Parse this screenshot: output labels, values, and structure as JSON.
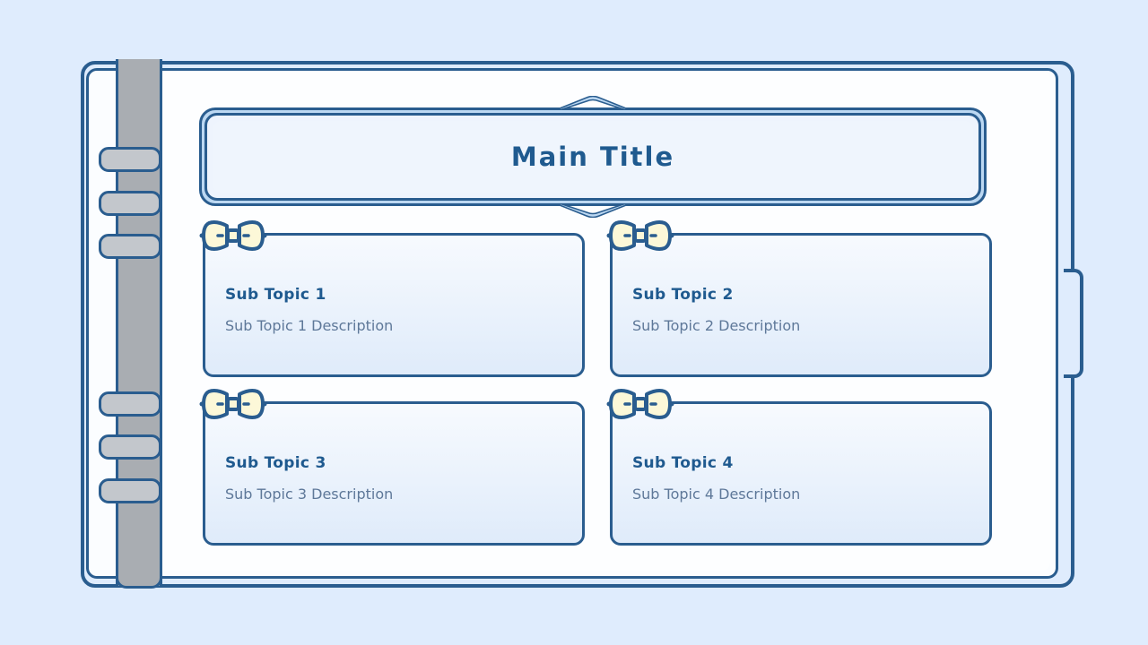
{
  "canvas": {
    "background": "#dfecfd",
    "frame_color": "#2a5d8f",
    "page_color": "#fdfeff"
  },
  "notebook": {
    "spine_color": "#a9adb2",
    "ring_color": "#c3c7cc",
    "ring_count": 6,
    "ring_positions": [
      175,
      224,
      272,
      448,
      496,
      545
    ],
    "bookmark_tab": "right-edge-tab"
  },
  "banner": {
    "title": "Main Title",
    "title_color": "#1f5a8f",
    "fill": "#eff5fd",
    "accent": "#bcd8f2"
  },
  "cards": [
    {
      "title": "Sub Topic 1",
      "description": "Sub Topic 1 Description",
      "icon": "bow-tie-icon",
      "position": "top-left"
    },
    {
      "title": "Sub Topic 2",
      "description": "Sub Topic 2 Description",
      "icon": "bow-tie-icon",
      "position": "top-right"
    },
    {
      "title": "Sub Topic 3",
      "description": "Sub Topic 3 Description",
      "icon": "bow-tie-icon",
      "position": "bottom-left"
    },
    {
      "title": "Sub Topic 4",
      "description": "Sub Topic 4 Description",
      "icon": "bow-tie-icon",
      "position": "bottom-right"
    }
  ],
  "colors": {
    "navy": "#2a5d8f",
    "title_blue": "#1f5a8f",
    "desc_gray": "#5e7899",
    "bow_fill": "#fcf8d8"
  }
}
